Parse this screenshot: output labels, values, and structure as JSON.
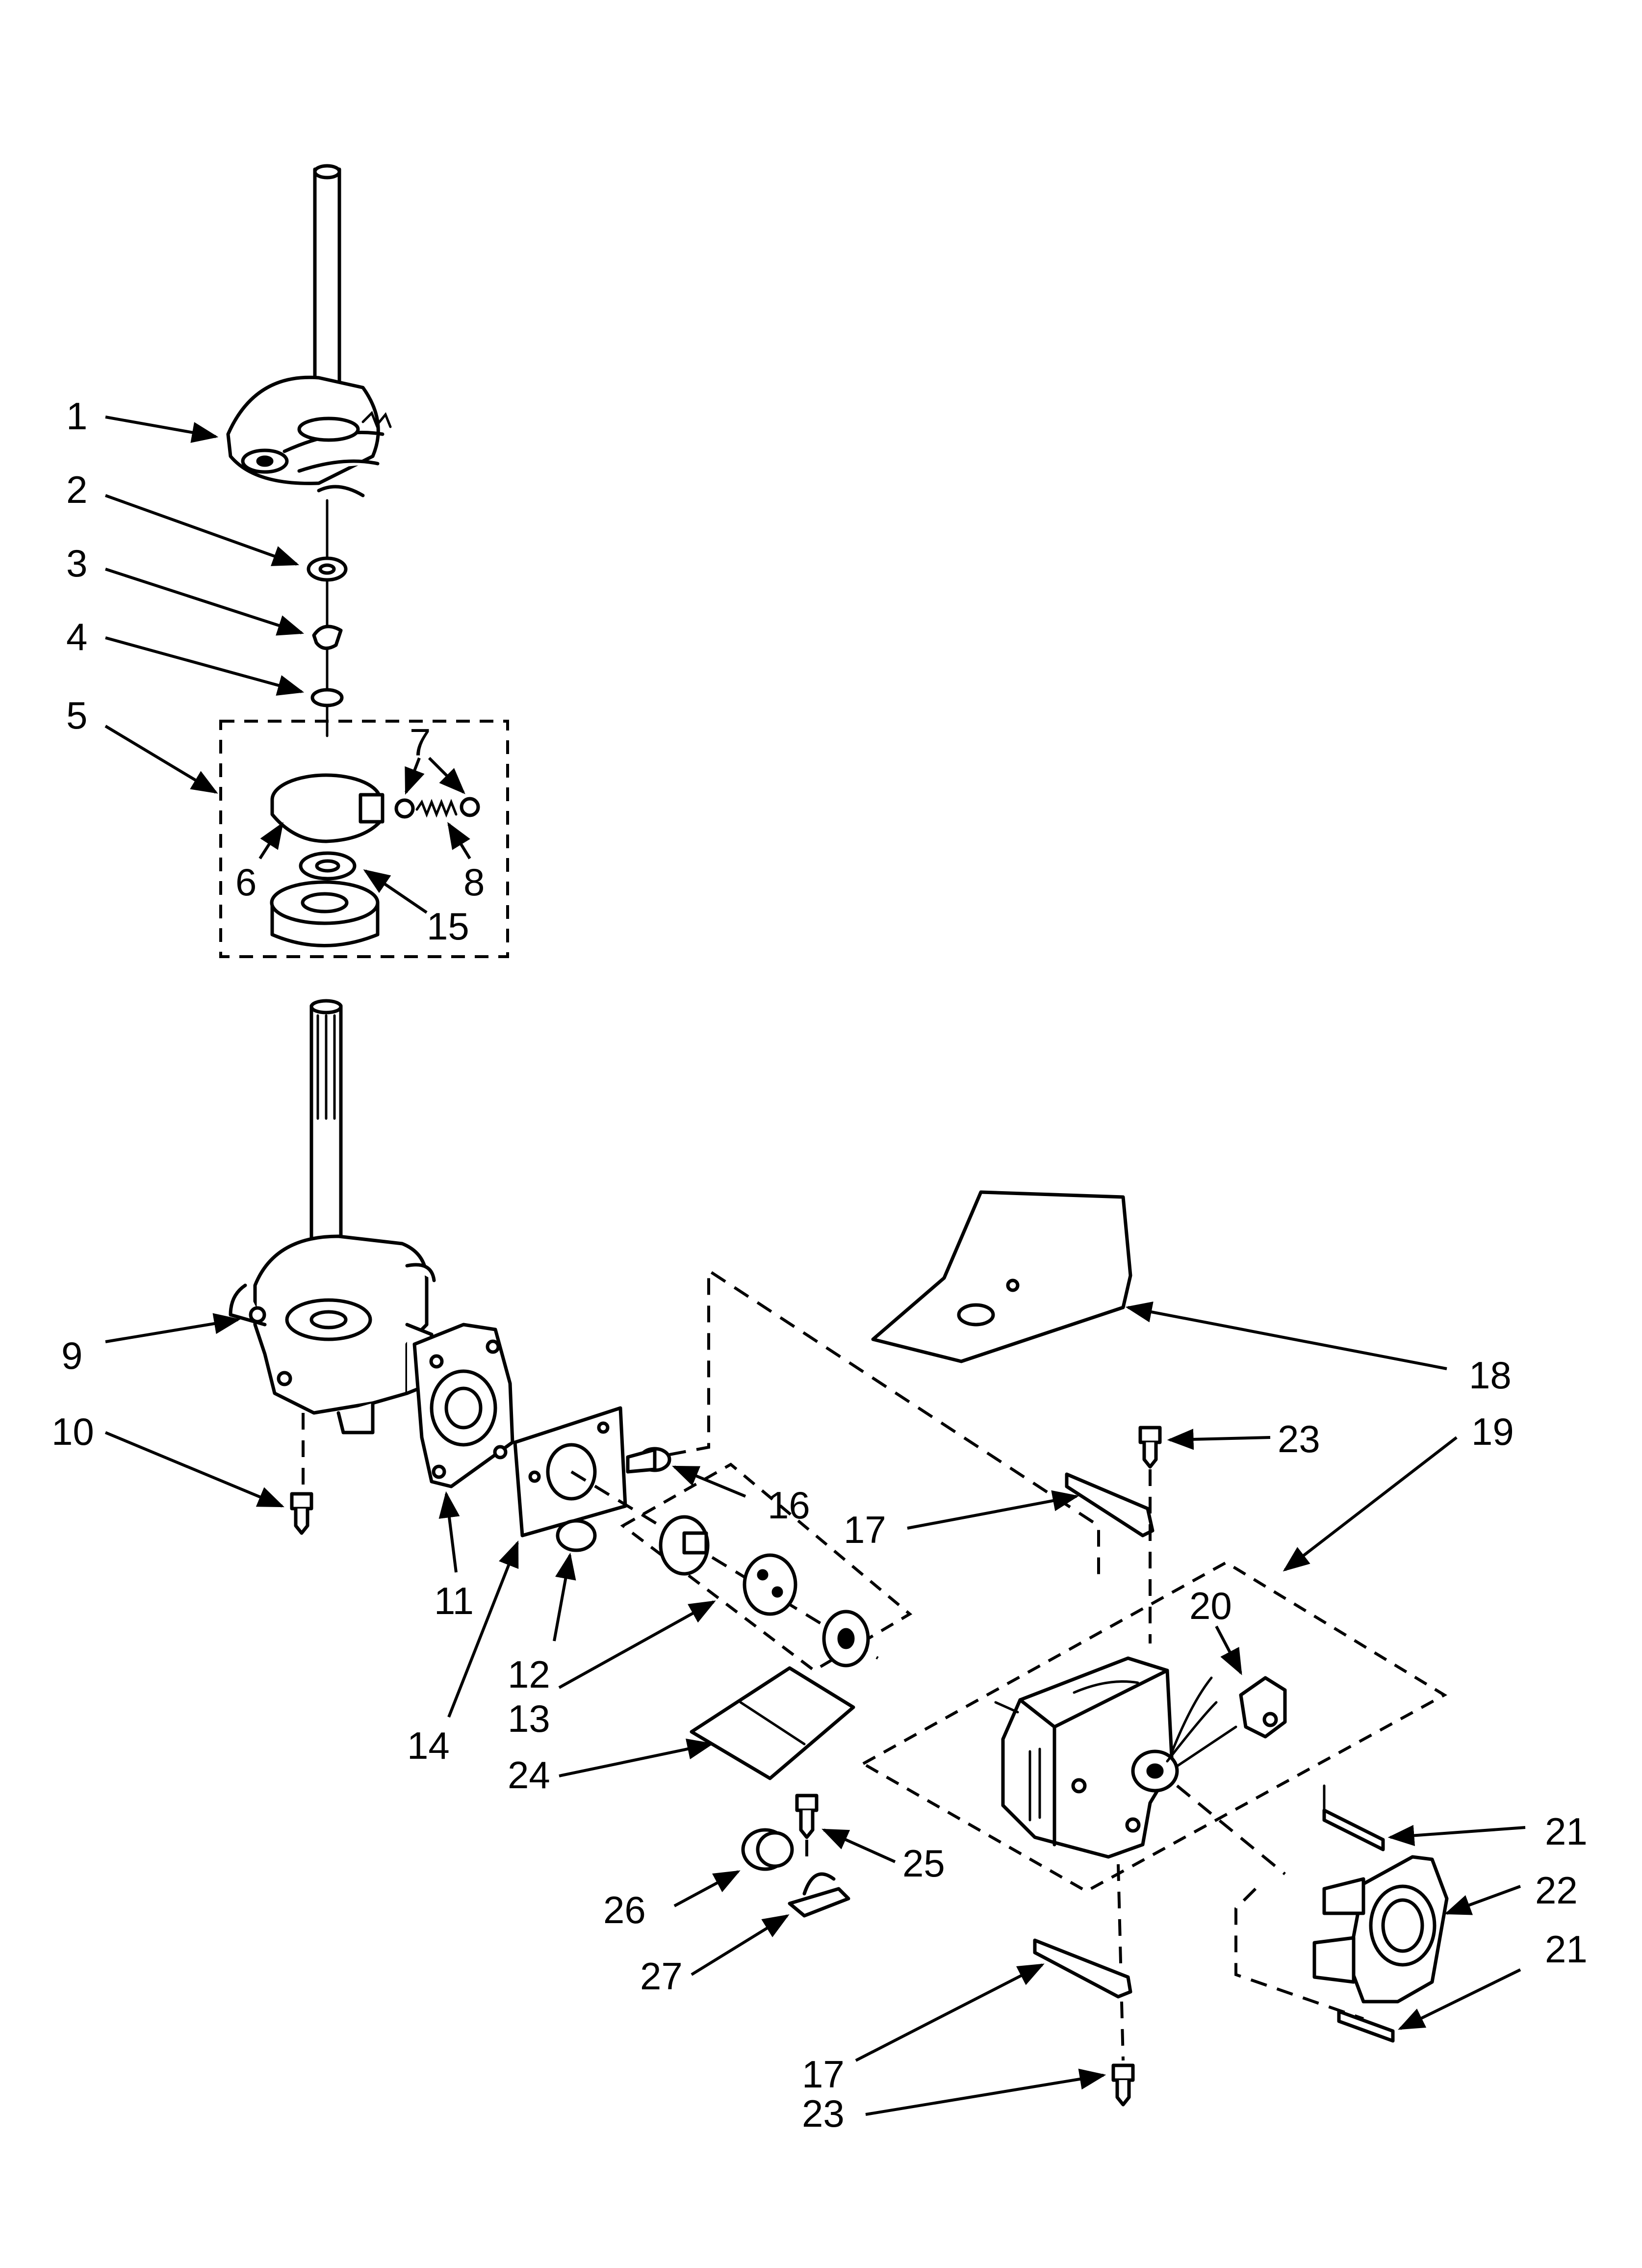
{
  "callouts": [
    {
      "id": "c1",
      "text": "1"
    },
    {
      "id": "c2",
      "text": "2"
    },
    {
      "id": "c3",
      "text": "3"
    },
    {
      "id": "c4",
      "text": "4"
    },
    {
      "id": "c5",
      "text": "5"
    },
    {
      "id": "c6",
      "text": "6"
    },
    {
      "id": "c7",
      "text": "7"
    },
    {
      "id": "c8",
      "text": "8"
    },
    {
      "id": "c9",
      "text": "9"
    },
    {
      "id": "c10",
      "text": "10"
    },
    {
      "id": "c11",
      "text": "11"
    },
    {
      "id": "c12",
      "text": "12"
    },
    {
      "id": "c13",
      "text": "13"
    },
    {
      "id": "c14",
      "text": "14"
    },
    {
      "id": "c15",
      "text": "15"
    },
    {
      "id": "c16",
      "text": "16"
    },
    {
      "id": "c17a",
      "text": "17"
    },
    {
      "id": "c17b",
      "text": "17"
    },
    {
      "id": "c18",
      "text": "18"
    },
    {
      "id": "c19",
      "text": "19"
    },
    {
      "id": "c20",
      "text": "20"
    },
    {
      "id": "c21a",
      "text": "21"
    },
    {
      "id": "c21b",
      "text": "21"
    },
    {
      "id": "c22",
      "text": "22"
    },
    {
      "id": "c23a",
      "text": "23"
    },
    {
      "id": "c23b",
      "text": "23"
    },
    {
      "id": "c24",
      "text": "24"
    },
    {
      "id": "c25",
      "text": "25"
    },
    {
      "id": "c26",
      "text": "26"
    },
    {
      "id": "c27",
      "text": "27"
    }
  ],
  "colors": {
    "ink": "#000000",
    "paper": "#ffffff"
  }
}
